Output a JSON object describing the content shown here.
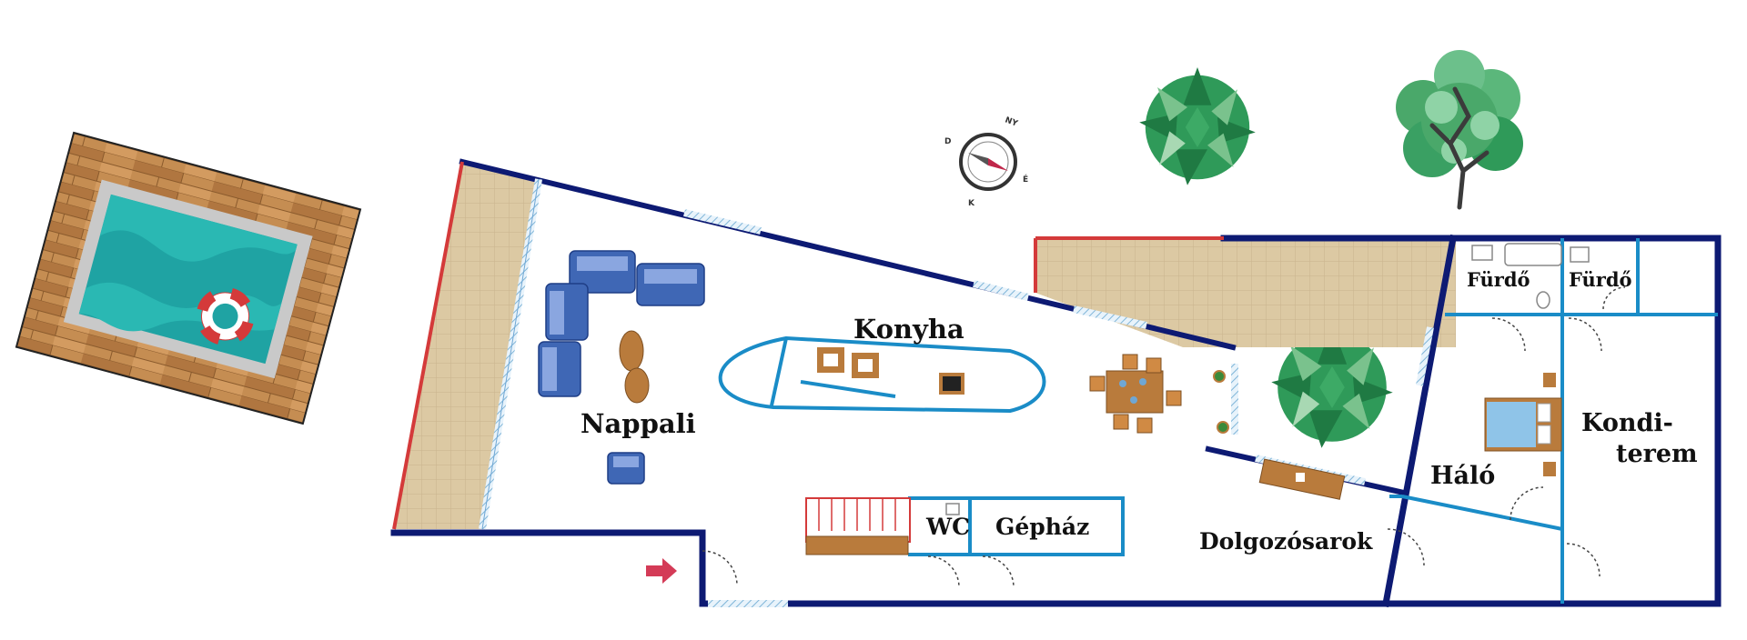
{
  "floorplan": {
    "rooms": {
      "living": "Nappali",
      "kitchen": "Konyha",
      "wc": "WC",
      "machine_room": "Gépház",
      "office_corner": "Dolgozósarok",
      "bedroom": "Háló",
      "bath_1": "Fürdő",
      "bath_2": "Fürdő",
      "gym_line1": "Kondi-",
      "gym_line2": "terem"
    },
    "compass": {
      "letters": [
        "NY",
        "É",
        "K",
        "D"
      ],
      "icon": "compass-icon"
    },
    "colors": {
      "wall": "#0d1a73",
      "inner_wall": "#1a8cc7",
      "red_wall": "#d43a3a",
      "pool_water": "#1fa3a3",
      "deck_wood": "#b8834a",
      "paving": "#dcc9a3",
      "foliage": "#2f9a59",
      "furniture_blue": "#3f67b5",
      "furniture_wood": "#b97b3c",
      "entrance_arrow": "#d43b57"
    }
  }
}
